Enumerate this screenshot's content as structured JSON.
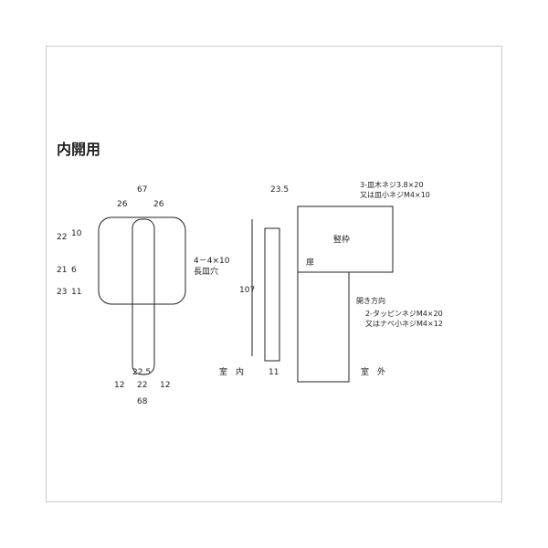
{
  "title": "内開用",
  "front": {
    "overall_width": "67",
    "left_spacing": "26",
    "right_spacing": "26",
    "h_top": "22",
    "h_top_inner": "10",
    "h_mid": "21",
    "h_mid_inner": "6",
    "h_bottom": "23",
    "h_bottom_inner": "11",
    "slot_note": "4－4×10",
    "slot_note_2": "長皿穴",
    "bottom_inner": "22.5",
    "b_left": "12",
    "b_mid": "22",
    "b_right": "12",
    "bottom_overall": "68"
  },
  "side": {
    "top_dim": "23.5",
    "height": "107",
    "bottom_dim": "11",
    "screw1": "3-皿木ネジ3.8×20",
    "screw1_alt": "又は皿小ネジM4×10",
    "frame": "竪枠",
    "door": "扉",
    "open_dir": "開き方向",
    "screw2": "2-タッピンネジM4×20",
    "screw2_alt": "又はナベ小ネジM4×12",
    "indoor": "室　内",
    "outdoor": "室　外"
  }
}
